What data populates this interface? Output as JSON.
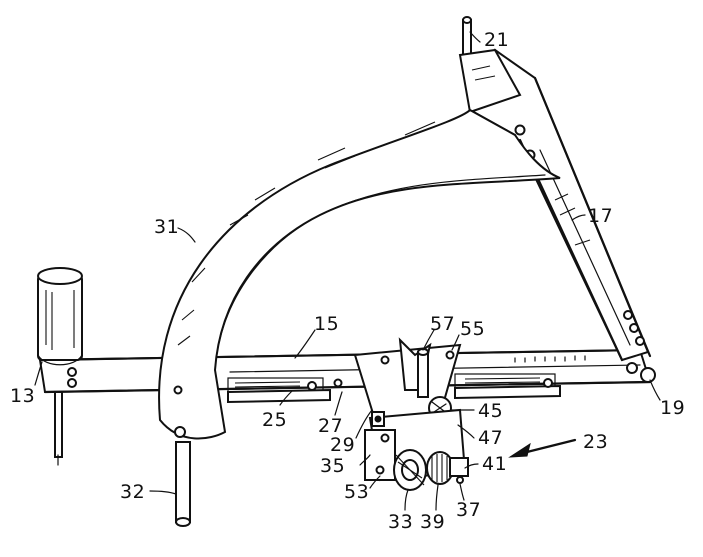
{
  "figure": {
    "reference_numerals": {
      "label_21": "21",
      "label_17": "17",
      "label_31": "31",
      "label_13": "13",
      "label_15": "15",
      "label_57": "57",
      "label_55": "55",
      "label_19": "19",
      "label_25": "25",
      "label_27": "27",
      "label_29": "29",
      "label_45": "45",
      "label_47": "47",
      "label_23": "23",
      "label_35": "35",
      "label_41": "41",
      "label_53": "53",
      "label_32": "32",
      "label_33": "33",
      "label_39": "39",
      "label_37": "37"
    },
    "colors": {
      "ink": "#111111",
      "paper": "#ffffff"
    }
  }
}
